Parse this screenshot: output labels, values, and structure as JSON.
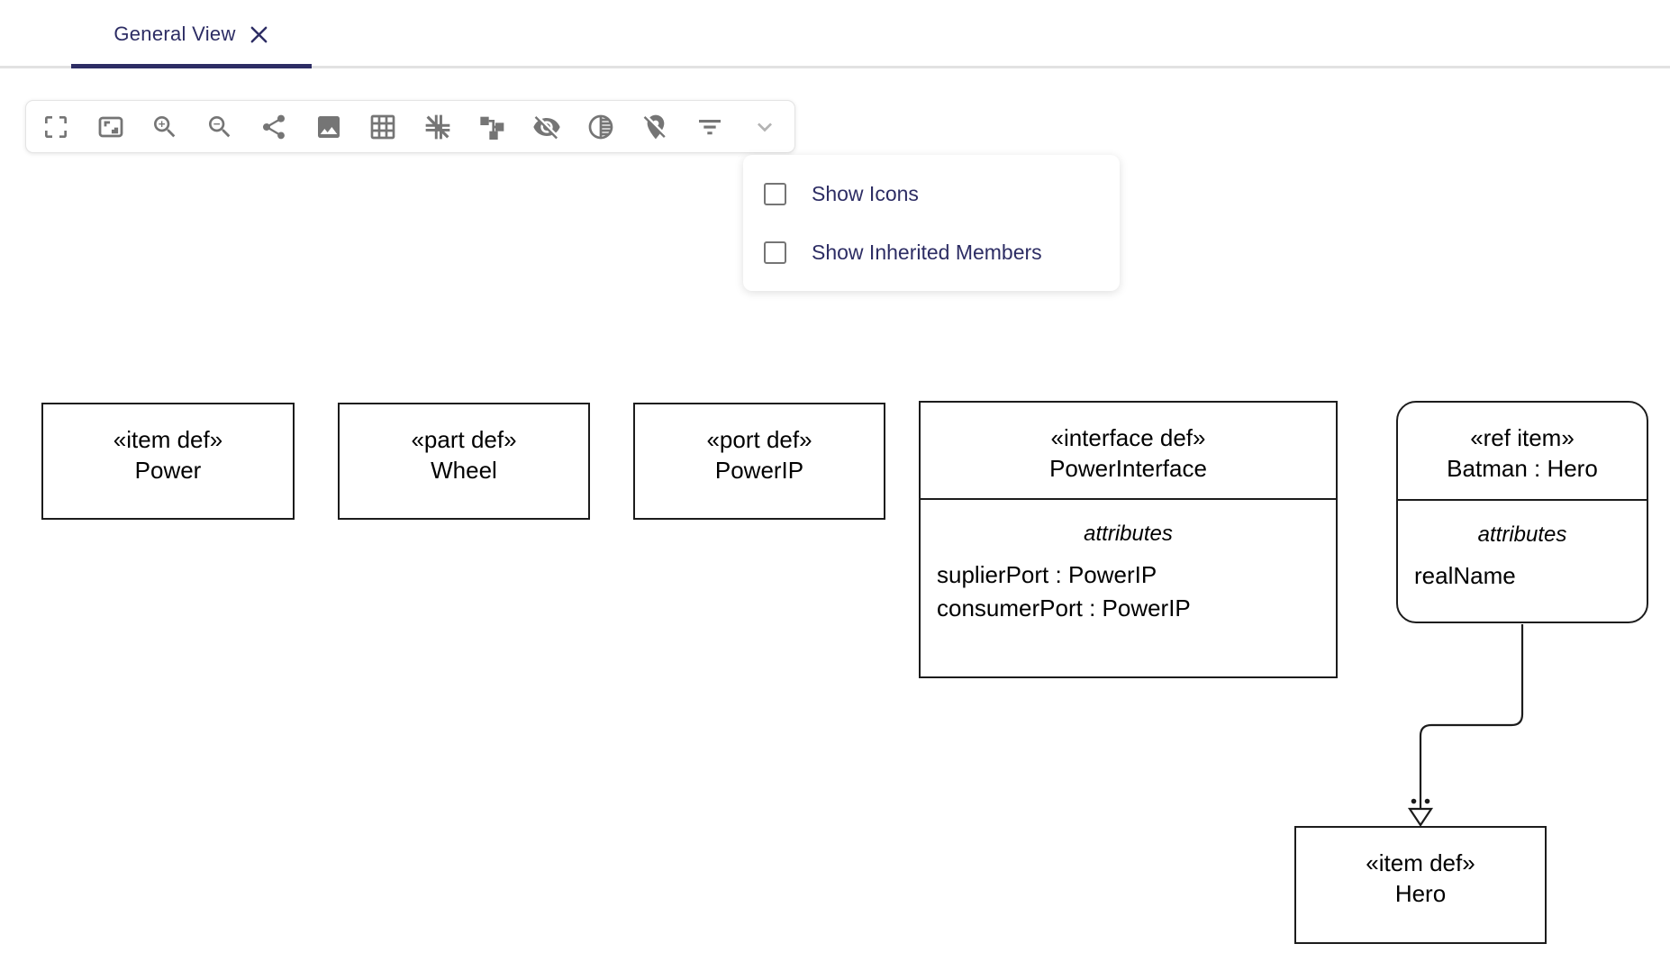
{
  "colors": {
    "accent_navy": "#2d2d64",
    "icon_gray": "#757575",
    "chevron_gray": "#b3b3b3",
    "diagram_stroke": "#1c1c1c",
    "tabbar_line_gray": "#e2e2e2"
  },
  "tab_bar": {
    "active_tab_label": "General View",
    "close_icon": "close-icon"
  },
  "toolbar": {
    "icon_names": [
      "crop-free-icon",
      "fit-screen-icon",
      "zoom-in-icon",
      "zoom-out-icon",
      "share-icon",
      "image-icon",
      "grid-on-icon",
      "grid-off-icon",
      "schema-icon",
      "visibility-off-icon",
      "tonality-icon",
      "location-off-icon",
      "filter-list-icon",
      "expand-more-icon"
    ]
  },
  "dropdown_menu": {
    "items": [
      {
        "label": "Show Icons",
        "checked": false
      },
      {
        "label": "Show Inherited Members",
        "checked": false
      }
    ]
  },
  "diagram": {
    "boxes": [
      {
        "stereotype": "«item def»",
        "name": "Power"
      },
      {
        "stereotype": "«part def»",
        "name": "Wheel"
      },
      {
        "stereotype": "«port def»",
        "name": "PowerIP"
      },
      {
        "stereotype": "«interface def»",
        "name": "PowerInterface",
        "compartment_label": "attributes",
        "attributes": [
          "suplierPort : PowerIP",
          "consumerPort : PowerIP"
        ]
      },
      {
        "stereotype": "«ref item»",
        "name": "Batman : Hero",
        "compartment_label": "attributes",
        "attributes": [
          "realName"
        ]
      },
      {
        "stereotype": "«item def»",
        "name": "Hero"
      }
    ],
    "connector": {
      "from": "Batman : Hero",
      "to": "Hero",
      "kind": "defined-by (open triangle arrow with colon dots)"
    }
  }
}
